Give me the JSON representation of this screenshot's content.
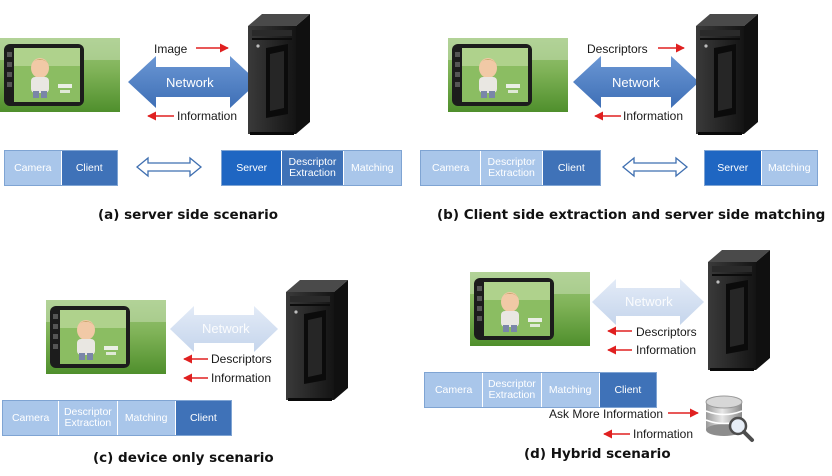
{
  "panels": {
    "a": {
      "caption": "(a)  server side scenario",
      "network_label": "Network",
      "arrow_top_label": "Image",
      "arrow_bottom_label": "Information",
      "client_bar": [
        "Camera",
        "Client"
      ],
      "server_bar": [
        "Server",
        "Descriptor Extraction",
        "Matching"
      ]
    },
    "b": {
      "caption": "(b)  Client side extraction and  server side matching",
      "network_label": "Network",
      "arrow_top_label": "Descriptors",
      "arrow_bottom_label": "Information",
      "client_bar": [
        "Camera",
        "Descriptor Extraction",
        "Client"
      ],
      "server_bar": [
        "Server",
        "Matching"
      ]
    },
    "c": {
      "caption": "(c)  device only scenario",
      "network_label": "Network",
      "arrow_top_label": "Descriptors",
      "arrow_bottom_label": "Information",
      "client_bar": [
        "Camera",
        "Descriptor Extraction",
        "Matching",
        "Client"
      ]
    },
    "d": {
      "caption": "(d)  Hybrid scenario",
      "network_label": "Network",
      "arrow_top_label": "Descriptors",
      "arrow_bottom_label": "Information",
      "client_bar": [
        "Camera",
        "Descriptor Extraction",
        "Matching",
        "Client"
      ],
      "db_top_label": "Ask More Information",
      "db_bottom_label": "Information"
    }
  },
  "colors": {
    "network_arrow": "#4a7cc0",
    "network_arrow_faded": "#c9d8ee",
    "cell_light": "#a9c6ea",
    "cell_dark": "#3f72b8",
    "cell_selected": "#1f66c2",
    "red_arrow": "#e02020"
  }
}
